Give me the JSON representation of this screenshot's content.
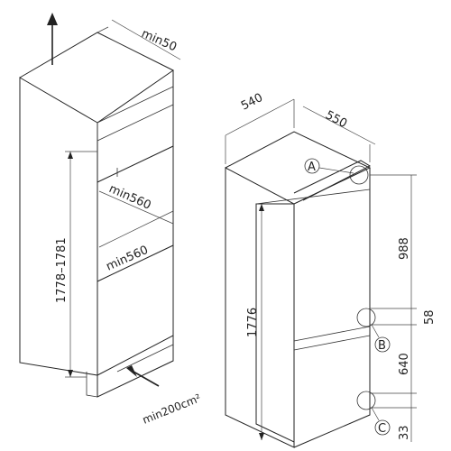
{
  "niche": {
    "top_clearance": "min50",
    "width_label_upper": "min560",
    "width_label_lower": "min560",
    "height_label": "1778–1781",
    "ventilation": "min200cm²"
  },
  "appliance": {
    "depth": "540",
    "width": "550",
    "height": "1776",
    "door_right": [
      "988",
      "58",
      "640",
      "33"
    ],
    "markers": [
      "A",
      "B",
      "C"
    ]
  },
  "icons": {
    "up_arrow": "up-arrow-icon",
    "airflow_arrow": "airflow-arrow-icon"
  }
}
